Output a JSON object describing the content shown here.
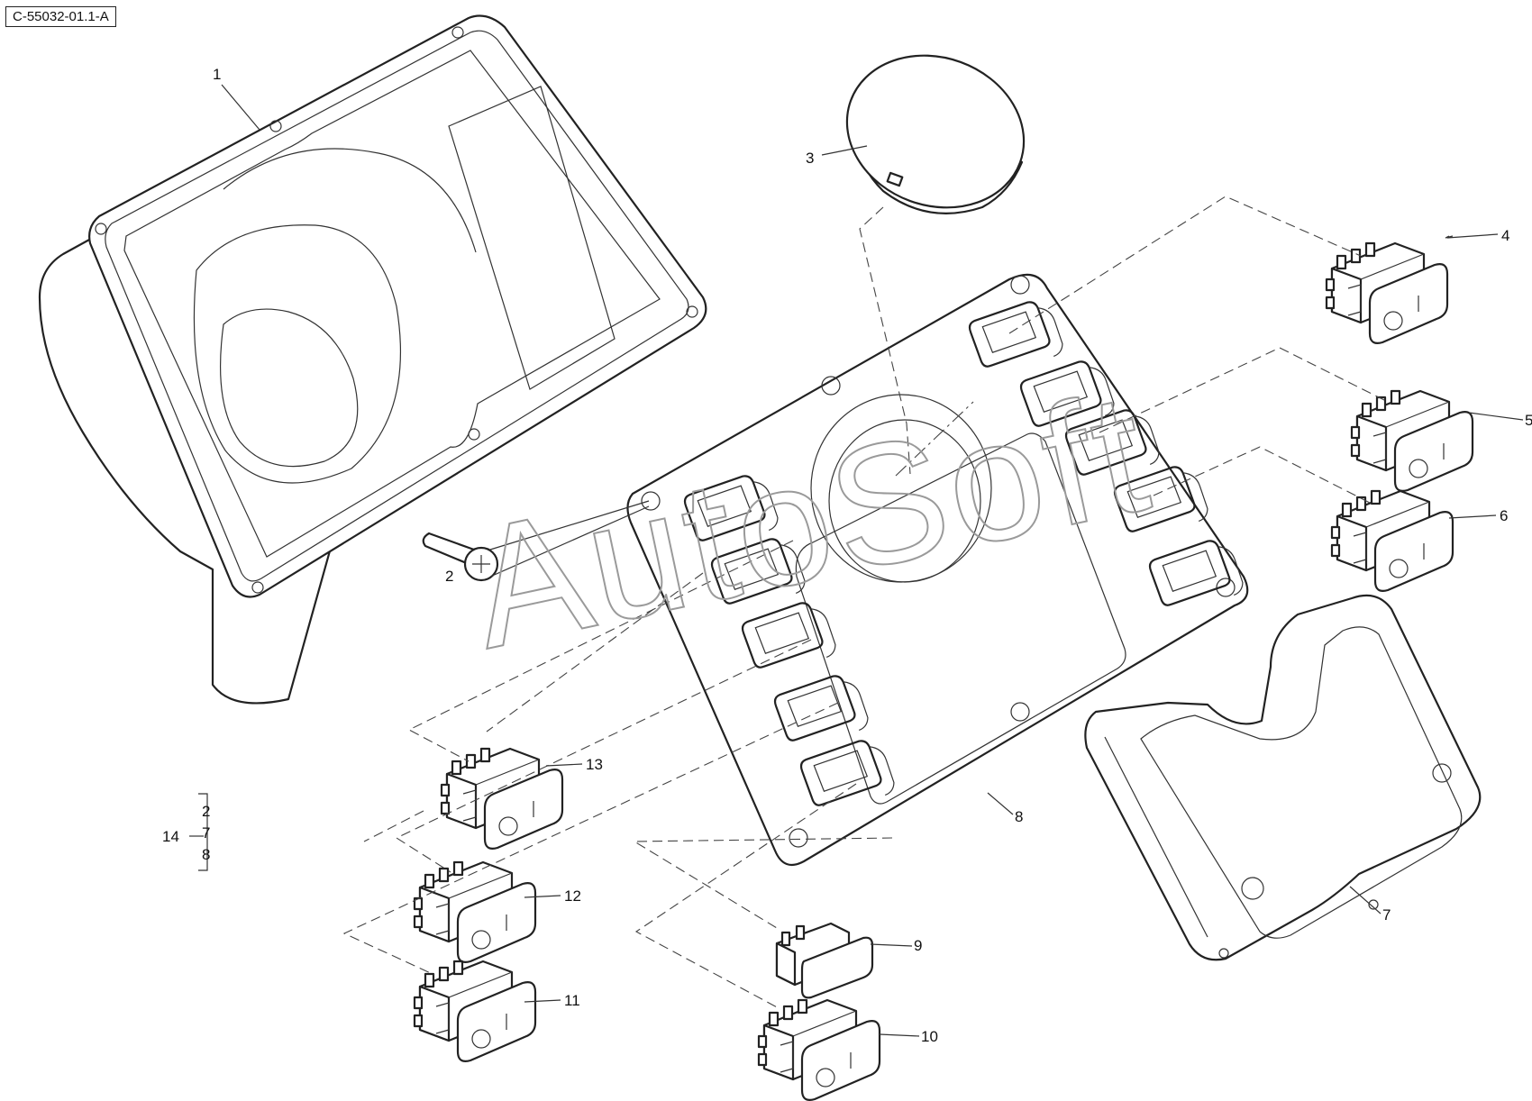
{
  "reference_code": "C-55032-01.1-A",
  "watermark": "AutoSoft",
  "callouts": {
    "c1": "1",
    "c2": "2",
    "c3": "3",
    "c4": "4",
    "c5": "5",
    "c6": "6",
    "c7": "7",
    "c8": "8",
    "c9": "9",
    "c10": "10",
    "c11": "11",
    "c12": "12",
    "c13": "13",
    "c14": "14"
  },
  "kit": {
    "label": "14",
    "items": [
      "2",
      "7",
      "8"
    ]
  },
  "colors": {
    "line": "#222222",
    "watermark": "#9a9a9a",
    "background": "#ffffff"
  }
}
